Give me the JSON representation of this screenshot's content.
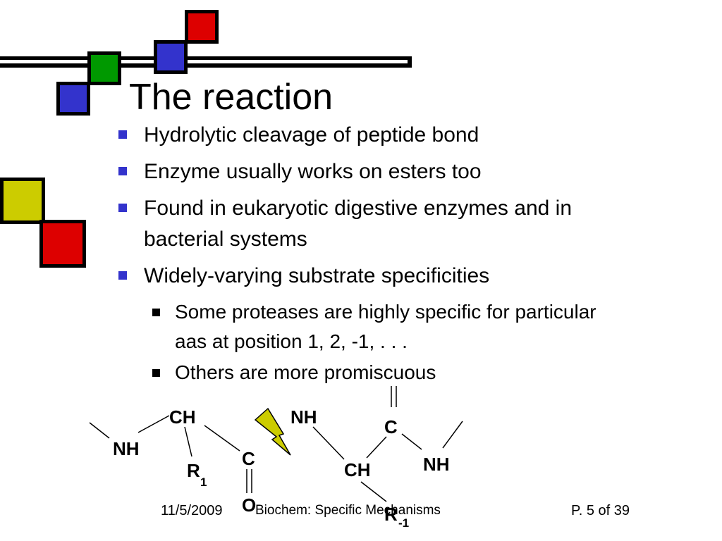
{
  "slide": {
    "title": "The reaction",
    "bullets": [
      "Hydrolytic cleavage of peptide bond",
      "Enzyme usually works on esters too",
      "Found in eukaryotic digestive enzymes and in bacterial systems",
      "Widely-varying substrate specificities"
    ],
    "sub_bullets": [
      "Some proteases are highly specific for particular aas at position 1, 2, -1, . . .",
      "Others are more promiscuous"
    ]
  },
  "diagram": {
    "labels": {
      "nh_left": "NH",
      "ch_top": "CH",
      "r": "R",
      "r1_sub": "1",
      "c_carbonyl": "C",
      "o": "O",
      "nh_mid": "NH",
      "ch_mid": "CH",
      "r_minus": "R",
      "r_minus_sub": "-1",
      "c_right": "C",
      "nh_right": "NH"
    }
  },
  "footer": {
    "date": "11/5/2009",
    "course": "Biochem:  Specific Mechanisms",
    "page": "P. 5 of 39"
  },
  "colors": {
    "red": "#dd0000",
    "blue": "#3333cc",
    "green": "#009900",
    "yellow": "#cccc00",
    "bolt": "#cccc00"
  }
}
